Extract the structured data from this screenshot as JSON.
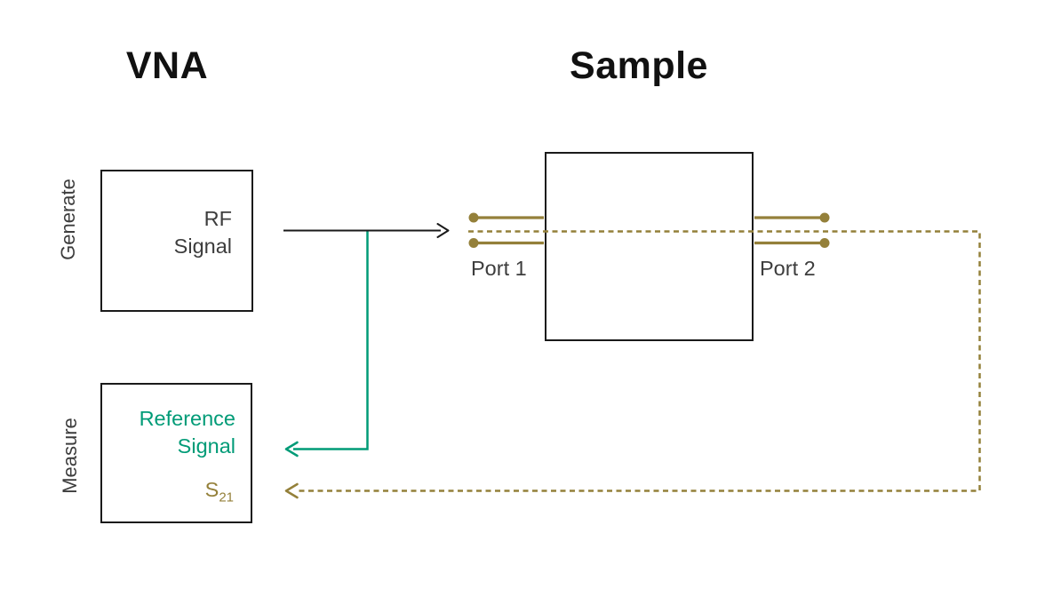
{
  "header": {
    "vna_title": "VNA",
    "sample_title": "Sample"
  },
  "vna": {
    "generate": {
      "side_label": "Generate",
      "signal_line1": "RF",
      "signal_line2": "Signal"
    },
    "measure": {
      "side_label": "Measure",
      "reference_line1": "Reference",
      "reference_line2": "Signal",
      "s_parameter": {
        "base": "S",
        "subscript": "21"
      }
    }
  },
  "sample": {
    "port1_label": "Port 1",
    "port2_label": "Port 2"
  },
  "colors": {
    "line_black": "#1a1a1a",
    "signal_teal": "#009b77",
    "signal_gold": "#94803a",
    "body_text": "#3d3d3d",
    "title_text": "#111111",
    "background": "#ffffff"
  }
}
